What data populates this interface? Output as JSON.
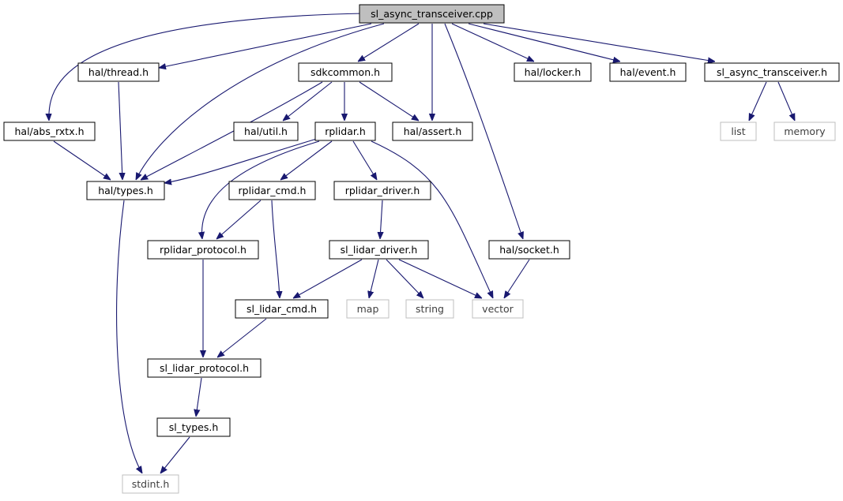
{
  "diagram": {
    "type": "include-dependency-graph",
    "colors": {
      "edge": "#191970",
      "root_fill": "#bfbfbf",
      "node_border": "#000000",
      "external_border": "#bfbfbf"
    },
    "nodes": [
      {
        "id": "root",
        "label": "sl_async_transceiver.cpp",
        "kind": "root"
      },
      {
        "id": "abs_rxtx",
        "label": "hal/abs_rxtx.h",
        "kind": "file"
      },
      {
        "id": "thread",
        "label": "hal/thread.h",
        "kind": "file"
      },
      {
        "id": "sdkcommon",
        "label": "sdkcommon.h",
        "kind": "file"
      },
      {
        "id": "locker",
        "label": "hal/locker.h",
        "kind": "file"
      },
      {
        "id": "event",
        "label": "hal/event.h",
        "kind": "file"
      },
      {
        "id": "sl_async_h",
        "label": "sl_async_transceiver.h",
        "kind": "file"
      },
      {
        "id": "util",
        "label": "hal/util.h",
        "kind": "file"
      },
      {
        "id": "rplidar",
        "label": "rplidar.h",
        "kind": "file"
      },
      {
        "id": "assert",
        "label": "hal/assert.h",
        "kind": "file"
      },
      {
        "id": "list",
        "label": "list",
        "kind": "external"
      },
      {
        "id": "memory",
        "label": "memory",
        "kind": "external"
      },
      {
        "id": "types",
        "label": "hal/types.h",
        "kind": "file"
      },
      {
        "id": "rplidar_cmd",
        "label": "rplidar_cmd.h",
        "kind": "file"
      },
      {
        "id": "rplidar_driver",
        "label": "rplidar_driver.h",
        "kind": "file"
      },
      {
        "id": "rplidar_protocol",
        "label": "rplidar_protocol.h",
        "kind": "file"
      },
      {
        "id": "sl_lidar_driver",
        "label": "sl_lidar_driver.h",
        "kind": "file"
      },
      {
        "id": "socket",
        "label": "hal/socket.h",
        "kind": "file"
      },
      {
        "id": "sl_lidar_cmd",
        "label": "sl_lidar_cmd.h",
        "kind": "file"
      },
      {
        "id": "map",
        "label": "map",
        "kind": "external"
      },
      {
        "id": "string",
        "label": "string",
        "kind": "external"
      },
      {
        "id": "vector",
        "label": "vector",
        "kind": "external"
      },
      {
        "id": "sl_lidar_protocol",
        "label": "sl_lidar_protocol.h",
        "kind": "file"
      },
      {
        "id": "sl_types",
        "label": "sl_types.h",
        "kind": "file"
      },
      {
        "id": "stdint",
        "label": "stdint.h",
        "kind": "external"
      }
    ],
    "edges": [
      {
        "from": "root",
        "to": "abs_rxtx"
      },
      {
        "from": "root",
        "to": "thread"
      },
      {
        "from": "root",
        "to": "types"
      },
      {
        "from": "root",
        "to": "sdkcommon"
      },
      {
        "from": "root",
        "to": "assert"
      },
      {
        "from": "root",
        "to": "socket"
      },
      {
        "from": "root",
        "to": "locker"
      },
      {
        "from": "root",
        "to": "event"
      },
      {
        "from": "root",
        "to": "sl_async_h"
      },
      {
        "from": "abs_rxtx",
        "to": "types"
      },
      {
        "from": "thread",
        "to": "types"
      },
      {
        "from": "sdkcommon",
        "to": "types"
      },
      {
        "from": "sdkcommon",
        "to": "util"
      },
      {
        "from": "sdkcommon",
        "to": "rplidar"
      },
      {
        "from": "sdkcommon",
        "to": "assert"
      },
      {
        "from": "rplidar",
        "to": "types"
      },
      {
        "from": "rplidar",
        "to": "rplidar_protocol"
      },
      {
        "from": "rplidar",
        "to": "rplidar_cmd"
      },
      {
        "from": "rplidar",
        "to": "rplidar_driver"
      },
      {
        "from": "rplidar",
        "to": "vector"
      },
      {
        "from": "rplidar_cmd",
        "to": "rplidar_protocol"
      },
      {
        "from": "rplidar_cmd",
        "to": "sl_lidar_cmd"
      },
      {
        "from": "rplidar_driver",
        "to": "sl_lidar_driver"
      },
      {
        "from": "rplidar_protocol",
        "to": "sl_lidar_protocol"
      },
      {
        "from": "sl_lidar_driver",
        "to": "sl_lidar_cmd"
      },
      {
        "from": "sl_lidar_driver",
        "to": "map"
      },
      {
        "from": "sl_lidar_driver",
        "to": "string"
      },
      {
        "from": "sl_lidar_driver",
        "to": "vector"
      },
      {
        "from": "socket",
        "to": "vector"
      },
      {
        "from": "sl_lidar_cmd",
        "to": "sl_lidar_protocol"
      },
      {
        "from": "sl_lidar_protocol",
        "to": "sl_types"
      },
      {
        "from": "sl_types",
        "to": "stdint"
      },
      {
        "from": "types",
        "to": "stdint"
      },
      {
        "from": "sl_async_h",
        "to": "list"
      },
      {
        "from": "sl_async_h",
        "to": "memory"
      }
    ]
  }
}
